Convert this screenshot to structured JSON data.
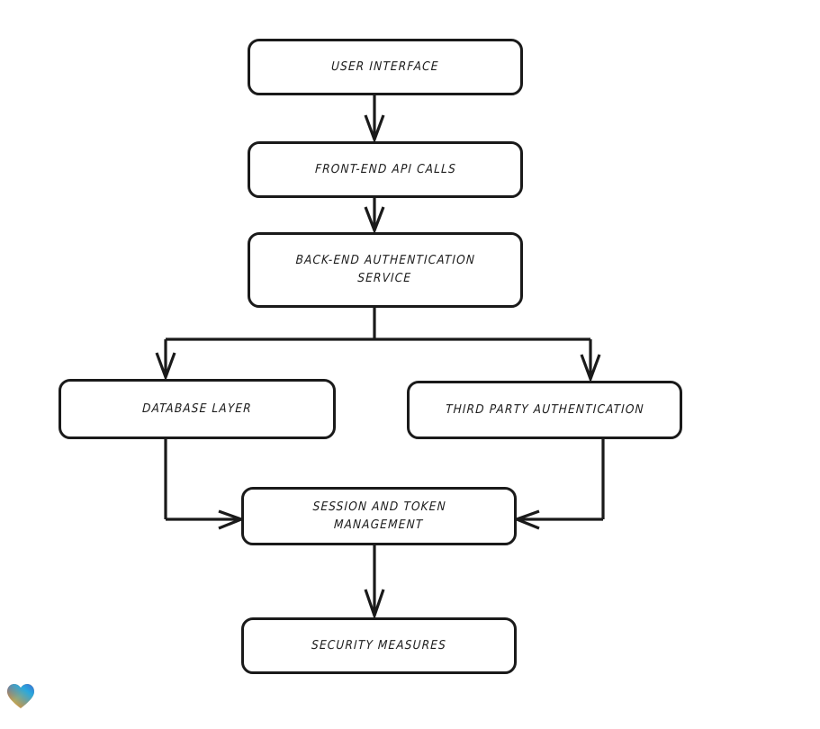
{
  "diagram": {
    "type": "flowchart",
    "orientation": "top-to-bottom",
    "style": "hand-drawn-sketch",
    "background_color": "#ffffff",
    "stroke_color": "#1a1a1a",
    "nodes": [
      {
        "id": "user-interface",
        "label": "User Interface"
      },
      {
        "id": "frontend-api",
        "label": "Front-End API Calls"
      },
      {
        "id": "backend-auth",
        "label": "Back-End Authentication\nService"
      },
      {
        "id": "database-layer",
        "label": "Database Layer"
      },
      {
        "id": "third-party-auth",
        "label": "Third Party Authentication"
      },
      {
        "id": "session-token",
        "label": "Session and Token\nManagement"
      },
      {
        "id": "security",
        "label": "Security Measures"
      }
    ],
    "edges": [
      {
        "from": "user-interface",
        "to": "frontend-api",
        "arrow": "down"
      },
      {
        "from": "frontend-api",
        "to": "backend-auth",
        "arrow": "down"
      },
      {
        "from": "backend-auth",
        "to": "database-layer",
        "arrow": "down"
      },
      {
        "from": "backend-auth",
        "to": "third-party-auth",
        "arrow": "down"
      },
      {
        "from": "database-layer",
        "to": "session-token",
        "arrow": "right"
      },
      {
        "from": "third-party-auth",
        "to": "session-token",
        "arrow": "left"
      },
      {
        "from": "session-token",
        "to": "security",
        "arrow": "down"
      }
    ]
  },
  "watermark": {
    "icon": "heart-icon",
    "gradient_colors": [
      "#e8262a",
      "#f08a1e",
      "#f7a621",
      "#2aa8dd",
      "#3b6fd4"
    ]
  }
}
